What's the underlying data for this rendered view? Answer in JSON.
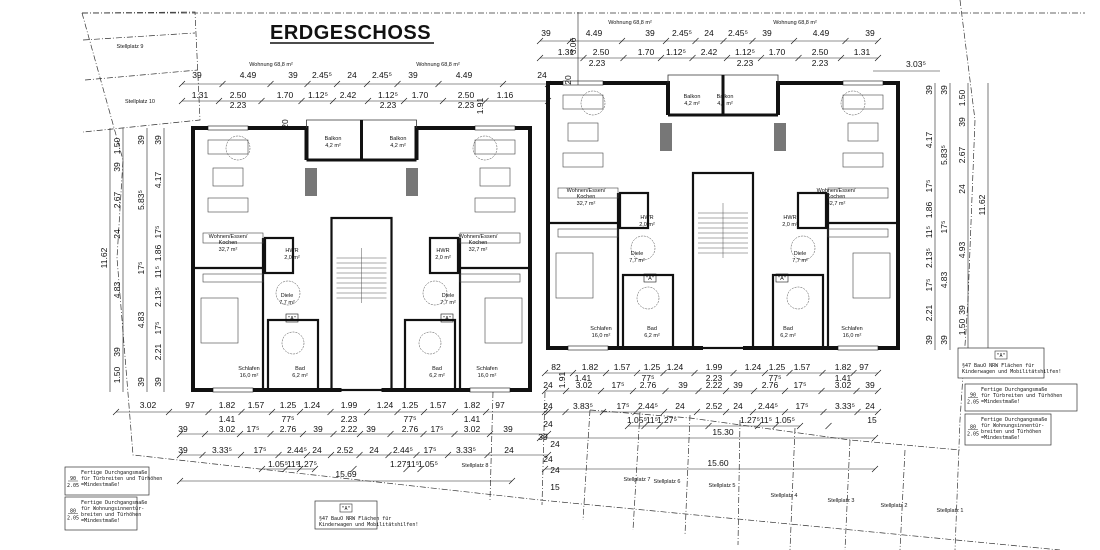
{
  "title": "ERDGESCHOSS",
  "apartment_labels": [
    "Wohnung 68,8 m²",
    "Wohnung 68,8 m²",
    "Wohnung 68,8 m²",
    "Wohnung 68,8 m²"
  ],
  "buildings": [
    {
      "rooms": [
        {
          "name": "Balkon",
          "area": "4,2 m²"
        },
        {
          "name": "Balkon",
          "area": "4,2 m²"
        },
        {
          "name": "Wohnen/Essen/ Kochen",
          "area": "32,7 m²"
        },
        {
          "name": "Wohnen/Essen/ Kochen",
          "area": "32,7 m²"
        },
        {
          "name": "HWR",
          "area": "2,0 m²"
        },
        {
          "name": "HWR",
          "area": "2,0 m²"
        },
        {
          "name": "Diele",
          "area": "7,7 m²"
        },
        {
          "name": "Diele",
          "area": "7,7 m²"
        },
        {
          "name": "Schlafen",
          "area": "16,0 m²"
        },
        {
          "name": "Schlafen",
          "area": "16,0 m²"
        },
        {
          "name": "Bad",
          "area": "6,2 m²"
        },
        {
          "name": "Bad",
          "area": "6,2 m²"
        }
      ]
    },
    {
      "rooms": [
        {
          "name": "Balkon",
          "area": "4,2 m²"
        },
        {
          "name": "Balkon",
          "area": "4,2 m²"
        },
        {
          "name": "Wohnen/Essen/ Kochen",
          "area": "32,7 m²"
        },
        {
          "name": "Wohnen/Essen/ Kochen",
          "area": "32,7 m²"
        },
        {
          "name": "HWR",
          "area": "2,0 m²"
        },
        {
          "name": "HWR",
          "area": "2,0 m²"
        },
        {
          "name": "Diele",
          "area": "7,7 m²"
        },
        {
          "name": "Diele",
          "area": "7,7 m²"
        },
        {
          "name": "Schlafen",
          "area": "16,0 m²"
        },
        {
          "name": "Schlafen",
          "area": "16,0 m²"
        },
        {
          "name": "Bad",
          "area": "6,2 m²"
        },
        {
          "name": "Bad",
          "area": "6,2 m²"
        }
      ]
    }
  ],
  "marker_a": "\"A\"",
  "parking": [
    "Stellplatz 1",
    "Stellplatz 2",
    "Stellplatz 3",
    "Stellplatz 4",
    "Stellplatz 5",
    "Stellplatz 6",
    "Stellplatz 7",
    "Stellplatz 8",
    "Stellplatz 9",
    "Stellplatz 10"
  ],
  "dimensions": {
    "lt1": [
      "39",
      "4.49",
      "39",
      "2.45⁵",
      "24",
      "2.45⁵",
      "39",
      "4.49",
      "24"
    ],
    "lt2": [
      "1.31",
      "2.50",
      "1.70",
      "1.12⁵",
      "2.42",
      "1.12⁵",
      "1.70",
      "2.50",
      "1.16"
    ],
    "lt3": [
      "2.23",
      "2.23",
      "2.23"
    ],
    "lt_v": [
      "1.91",
      "20"
    ],
    "rt1": [
      "39",
      "4.49",
      "39",
      "2.45⁵",
      "24",
      "2.45⁵",
      "39",
      "4.49",
      "39"
    ],
    "rt2": [
      "1.31",
      "2.50",
      "1.70",
      "1.12⁵",
      "2.42",
      "1.12⁵",
      "1.70",
      "2.50",
      "1.31"
    ],
    "rt3": [
      "2.23",
      "2.23",
      "2.23"
    ],
    "rt_v": [
      "3.06",
      "20",
      "3.03⁵"
    ],
    "lb1": [
      "3.02",
      "97",
      "1.82",
      "1.57",
      "1.25",
      "1.24",
      "1.99",
      "1.24",
      "1.25",
      "1.57",
      "1.82",
      "97"
    ],
    "lb2": [
      "1.41",
      "77⁵",
      "2.23",
      "77⁵",
      "1.41"
    ],
    "lb3": [
      "39",
      "3.02",
      "17⁵",
      "2.76",
      "39",
      "2.22",
      "39",
      "2.76",
      "17⁵",
      "3.02",
      "39"
    ],
    "lb4": [
      "39",
      "3.33⁵",
      "17⁵",
      "2.44⁵",
      "24",
      "2.52",
      "24",
      "2.44⁵",
      "17⁵",
      "3.33⁵",
      "24"
    ],
    "lb5": [
      "1.05⁵",
      "11⁵",
      "1.27⁵",
      "1.27⁵",
      "11⁵",
      "1.05⁵"
    ],
    "lb6": [
      "15.69"
    ],
    "rb1": [
      "82",
      "1.82",
      "1.57",
      "1.25",
      "1.24",
      "1.99",
      "1.24",
      "1.25",
      "1.57",
      "1.82",
      "97"
    ],
    "rb2": [
      "1.41",
      "77⁵",
      "2.23",
      "77⁵",
      "1.41"
    ],
    "rb3": [
      "24",
      "3.02",
      "17⁵",
      "2.76",
      "39",
      "2.22",
      "39",
      "2.76",
      "17⁵",
      "3.02",
      "39"
    ],
    "rb4": [
      "24",
      "3.83⁵",
      "17⁵",
      "2.44⁵",
      "24",
      "2.52",
      "24",
      "2.44⁵",
      "17⁵",
      "3.33⁵",
      "24"
    ],
    "rb5": [
      "1.05⁵",
      "11⁵",
      "1.27⁵",
      "1.27⁵",
      "11⁵",
      "1.05⁵",
      "15"
    ],
    "rb6": [
      "15.30"
    ],
    "rb7": [
      "15.60"
    ],
    "rb_misc": [
      "1.91",
      "24",
      "24",
      "39",
      "24",
      "24",
      "15"
    ],
    "lv1": [
      "11.62"
    ],
    "lv2": [
      "1.50",
      "39",
      "2.67",
      "24",
      "4.83",
      "39",
      "1.50"
    ],
    "lv3": [
      "39",
      "5.83⁵",
      "17⁵",
      "4.83",
      "39"
    ],
    "lv4": [
      "39",
      "4.17",
      "17⁵",
      "1.86",
      "11⁵",
      "2.13⁵",
      "17⁵",
      "2.21",
      "39"
    ],
    "rv1": [
      "39",
      "4.17",
      "17⁵",
      "1.86",
      "11⁵",
      "2.13⁵",
      "17⁵",
      "2.21",
      "39"
    ],
    "rv2": [
      "39",
      "5.83⁵",
      "17⁵",
      "4.83",
      "39"
    ],
    "rv3": [
      "1.50",
      "39",
      "2.67",
      "24",
      "4.93",
      "39",
      "1.50"
    ],
    "rv4": [
      "11.62"
    ]
  },
  "notes": {
    "door_main": {
      "fraction_top": "90",
      "fraction_bottom": "2.05",
      "text": [
        "Fertige Durchgangsmaße",
        "für Türbreiten und Türhöhen",
        "=Mindestmaße!"
      ]
    },
    "door_inner": {
      "fraction_top": "80",
      "fraction_bottom": "2.05",
      "text": [
        "Fertige Durchgangsmaße",
        "für Wohnungsinnentür-",
        "breiten und Türhöhen",
        "=Mindestmaße!"
      ]
    },
    "area_a": {
      "marker": "\"A\"",
      "text": [
        "§47 BauO NRW Flächen für",
        "Kinderwagen und Mobilitätshilfen!"
      ]
    }
  }
}
